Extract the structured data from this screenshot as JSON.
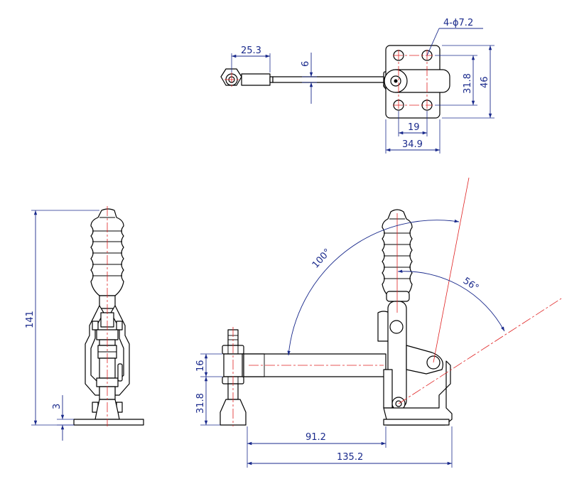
{
  "colors": {
    "outline": "#000000",
    "dimension": "#1a2a8c",
    "centerline": "#e02020",
    "background": "#ffffff"
  },
  "dimensions": {
    "hole_spec": "4-ϕ7.2",
    "arm_reach_top": "25.3",
    "arm_thickness_top": "6",
    "base_hole_spacing_vertical": "31.8",
    "base_width_vertical": "46",
    "base_hole_spacing_horizontal": "19",
    "base_width_horizontal": "34.9",
    "overall_height": "141",
    "base_thickness": "3",
    "spindle_offset_height": "16",
    "base_to_arm_height": "31.8",
    "open_angle_bar": "100°",
    "open_angle_handle": "56°",
    "arm_length": "91.2",
    "overall_length": "135.2"
  }
}
